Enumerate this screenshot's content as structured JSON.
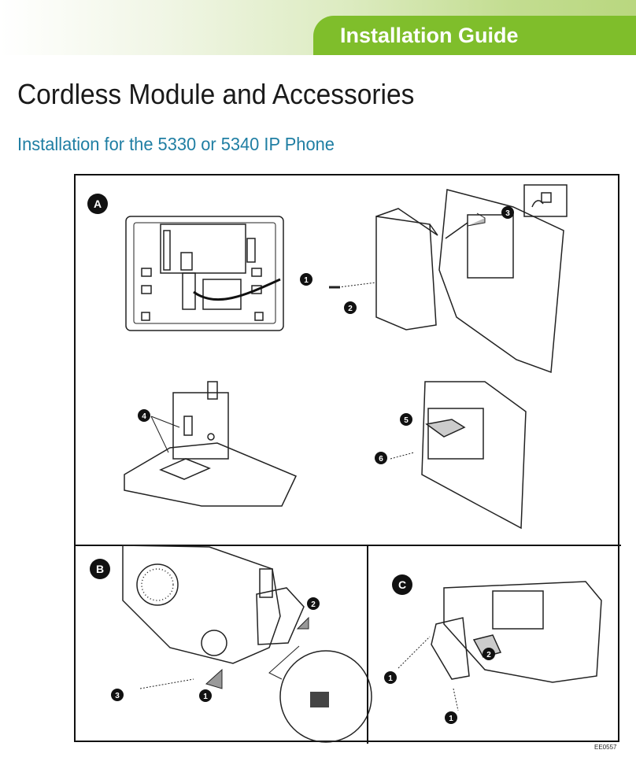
{
  "header": {
    "guide_title": "Installation Guide"
  },
  "page": {
    "title": "Cordless Module and Accessories",
    "subtitle": "Installation for the 5330 or 5340 IP Phone"
  },
  "figure": {
    "panels": [
      {
        "label": "A",
        "callouts": [
          "1",
          "2",
          "3",
          "4",
          "5",
          "6"
        ]
      },
      {
        "label": "B",
        "callouts": [
          "1",
          "2",
          "3"
        ]
      },
      {
        "label": "C",
        "callouts": [
          "1",
          "2"
        ]
      }
    ],
    "code": "EE0557"
  }
}
